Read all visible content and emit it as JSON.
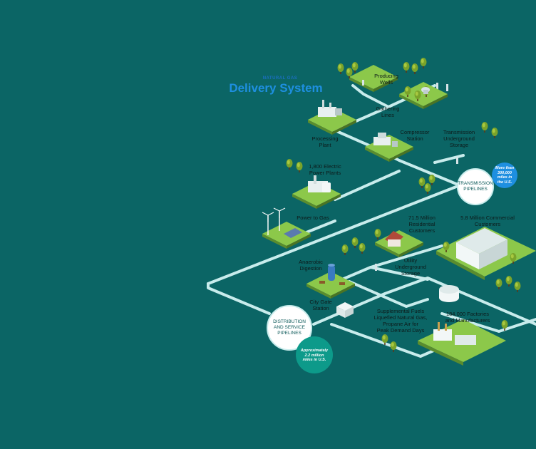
{
  "header": {
    "subtitle": "NATURAL GAS",
    "title": "Delivery System"
  },
  "labels": {
    "producing_wells": [
      "Producing",
      "Wells"
    ],
    "gathering_lines": [
      "Gathering",
      "Lines"
    ],
    "processing_plant": [
      "Processing",
      "Plant"
    ],
    "compressor_station": [
      "Compressor",
      "Station"
    ],
    "transmission_storage": [
      "Transmission",
      "Underground",
      "Storage"
    ],
    "electric_plants": [
      "1,800 Electric",
      "Power Plants"
    ],
    "power_to_gas": [
      "Power to Gas"
    ],
    "residential": [
      "71.5 Million",
      "Residential",
      "Customers"
    ],
    "commercial": [
      "5.8 Million Commercial",
      "Customers"
    ],
    "utility_storage": [
      "Utility",
      "Underground",
      "Storage"
    ],
    "anaerobic": [
      "Anaerobic",
      "Digestion"
    ],
    "city_gate": [
      "City Gate",
      "Station"
    ],
    "supplemental": [
      "Supplemental Fuels",
      "Liquefied Natural Gas,",
      "Propane Air for",
      "Peak Demand Days"
    ],
    "factories": [
      "184,000 Factories",
      "and Manufacturers"
    ]
  },
  "transmission_circle": [
    "TRANSMISSION",
    "PIPELINES"
  ],
  "transmission_badge": [
    "More than",
    "300,000",
    "miles in",
    "the U.S."
  ],
  "distribution_circle": [
    "DISTRIBUTION",
    "AND SERVICE",
    "PIPELINES"
  ],
  "distribution_badge": [
    "Approximately",
    "2.2 million",
    "miles in U.S."
  ],
  "colors": {
    "background": "#0b6565",
    "pipeline": "#c8ecec",
    "tile_top": "#8cc84a",
    "tile_side": "#5a8c2e",
    "blue_badge": "#1e8fe0",
    "teal_badge": "#0d9a8a",
    "title_blue": "#1e8fe0"
  }
}
